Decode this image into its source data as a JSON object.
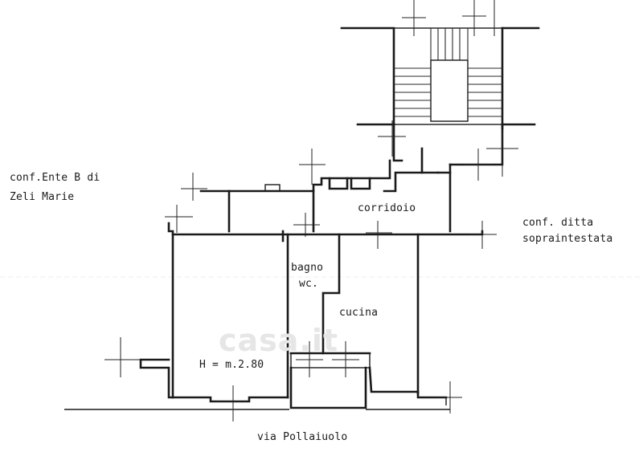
{
  "labels": {
    "neighbor_left_line1": "conf.Ente  B  di",
    "neighbor_left_line2": "Zeli  Marie",
    "neighbor_right_line1": "conf. ditta",
    "neighbor_right_line2": "sopraintestata",
    "corridor": "corridoio",
    "bathroom_line1": "bagno",
    "bathroom_line2": "wc.",
    "kitchen": "cucina",
    "ceiling_height": "H = m.2.80",
    "street": "via Pollaiuolo"
  },
  "watermark": "casa.it",
  "colors": {
    "ink": "#1a1a1a",
    "paper": "#ffffff"
  }
}
